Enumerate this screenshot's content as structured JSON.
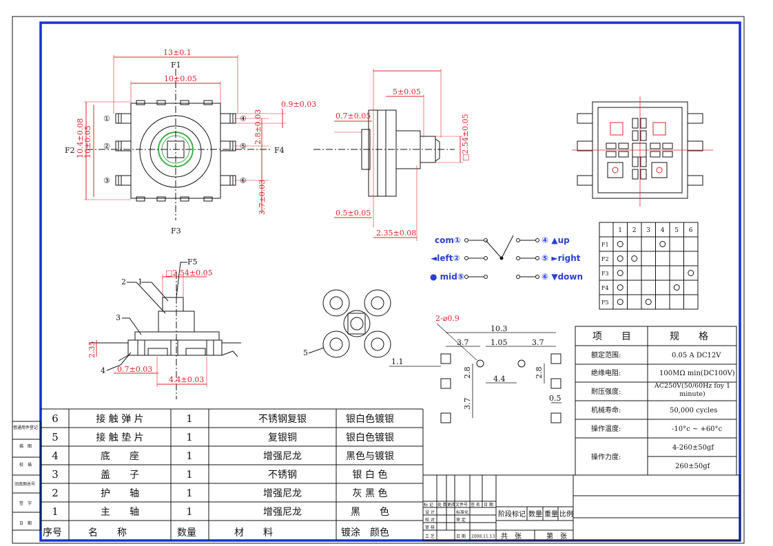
{
  "top_view": {
    "dim_width": "13±0.1",
    "dim_inner": "10±0.05",
    "dim_height": "10.4±0.08",
    "dim_inner_h": "10±0.05",
    "dim_pin": "0.9±0.03",
    "dim_pitch": "2.8±0.03",
    "dim_bottom": "3.7±0.03",
    "f1": "F1",
    "f2": "F2",
    "f3": "F3",
    "f4": "F4",
    "pins_left": [
      "①",
      "②",
      "③"
    ],
    "pins_right": [
      "④",
      "⑤",
      "⑥"
    ]
  },
  "side_view": {
    "dim_5": "5±0.05",
    "dim_07": "0.7±0.05",
    "dim_05": "0.5±0.05",
    "dim_235": "2.35±0.08",
    "dim_254": "□2.54±0.05"
  },
  "section_view": {
    "f5": "F5",
    "dim_254": "□2.54±0.05",
    "dim_235": "2.35",
    "dim_07": "0.7±0.03",
    "dim_44": "4.4±0.03",
    "callouts": [
      "2",
      "1",
      "3",
      "4"
    ]
  },
  "part5_label": "5",
  "schematic": {
    "com": "com①",
    "left": "◄left②",
    "mid": "● mid⑤",
    "up": "④ ▲up",
    "right": "⑤ ►right",
    "down": "⑥ ▼down"
  },
  "pad_layout": {
    "holes": "2-⌀0.9",
    "d103": "10.3",
    "d37a": "3.7",
    "d105": "1.05",
    "d37b": "3.7",
    "d11": "1.1",
    "d28a": "2.8",
    "d44": "4.4",
    "d28b": "2.8",
    "d37c": "3.7",
    "d05": "0.5"
  },
  "truth_table": {
    "columns": [
      "1",
      "2",
      "3",
      "4",
      "5",
      "6"
    ],
    "rows": [
      {
        "label": "F1",
        "marks": [
          1,
          4
        ]
      },
      {
        "label": "F2",
        "marks": [
          1,
          2
        ]
      },
      {
        "label": "F3",
        "marks": [
          1,
          6
        ]
      },
      {
        "label": "F4",
        "marks": [
          1,
          5
        ]
      },
      {
        "label": "F5",
        "marks": [
          1,
          3
        ]
      }
    ]
  },
  "spec_table": {
    "header": [
      "项　　目",
      "规　　格"
    ],
    "rows": [
      [
        "额定范围:",
        "0.05 A DC12V"
      ],
      [
        "绝缘电阻:",
        "100MΩ min(DC100V)"
      ],
      [
        "耐压强度:",
        "AC250V(50/60Hz foy 1 minute)"
      ],
      [
        "机械寿命:",
        "50,000 cycles"
      ],
      [
        "操作温度:",
        "-10°c ~ +60°c"
      ],
      [
        "操作力度:",
        "4-260±50gf"
      ],
      [
        "",
        "260±50gf"
      ]
    ]
  },
  "bom": {
    "header": [
      "序号",
      "名　　称",
      "数量",
      "材　　料",
      "镀涂　颜色"
    ],
    "rows": [
      [
        "6",
        "接 触 弹 片",
        "1",
        "不锈钢复银",
        "银白色镀银"
      ],
      [
        "5",
        "接 触 垫 片",
        "1",
        "复银铜",
        "银白色镀银"
      ],
      [
        "4",
        "底　　座",
        "1",
        "增强尼龙",
        "黑色与镀银"
      ],
      [
        "3",
        "盖　　子",
        "1",
        "不锈钢",
        "银 白 色"
      ],
      [
        "2",
        "护　　轴",
        "1",
        "增强尼龙",
        "灰 黑 色"
      ],
      [
        "1",
        "主　　轴",
        "1",
        "增强尼龙",
        "黑　　色"
      ]
    ]
  },
  "side_strip": [
    "借通用件登记",
    "描　图",
    "校　描",
    "旧底图总号",
    "签　字",
    "日　期"
  ],
  "title_block": {
    "row1": [
      "标 记",
      "处 数",
      "更改文件号",
      "签 名",
      "日 期"
    ],
    "labels": [
      "设 计",
      "校 对",
      "审 核",
      "工 艺"
    ],
    "std": "标准化",
    "approve": "审 定",
    "date_label": "日 期",
    "date_val": "2008.11.13",
    "stage": [
      "阶段标记",
      "数量",
      "重量",
      "比例"
    ],
    "total": "共　张",
    "sheet": "第　张"
  },
  "colors": {
    "frame": "#1530d8",
    "dim": "#e0202a",
    "accent": "#2a3fd6",
    "knob": "#3fae4a"
  }
}
